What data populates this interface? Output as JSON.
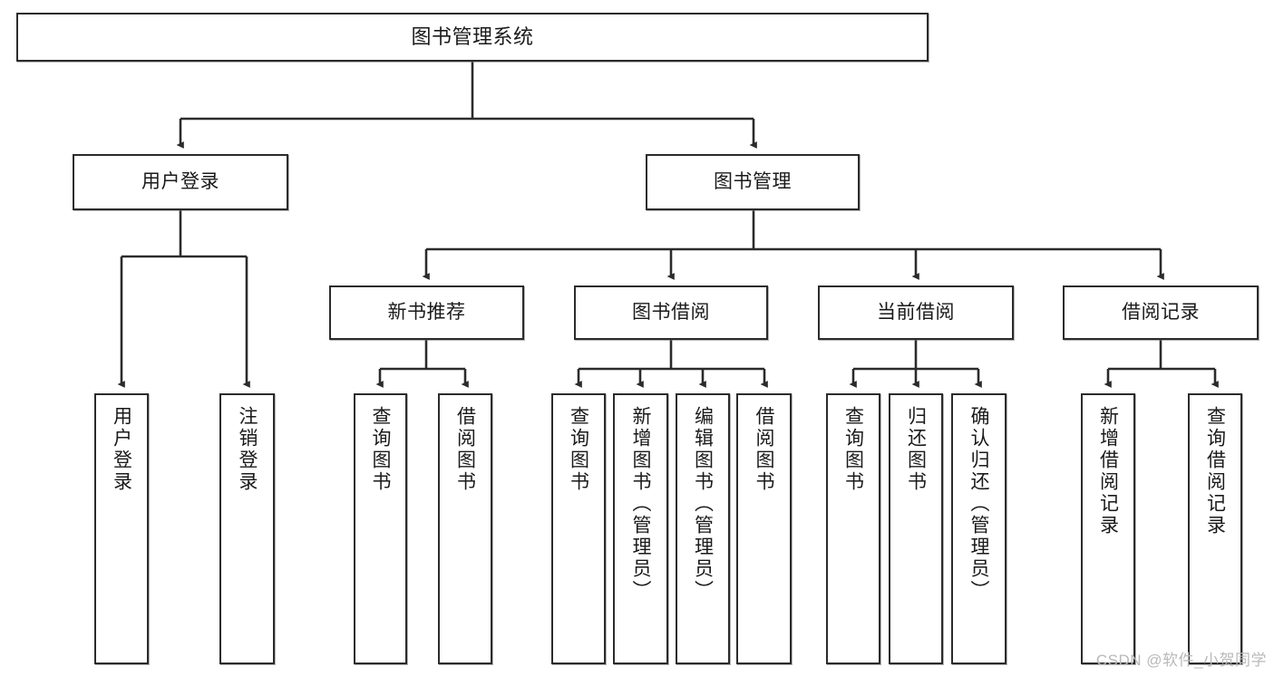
{
  "diagram": {
    "type": "tree-hierarchy",
    "title": "图书管理系统",
    "watermark": "CSDN @软件_小贺同学",
    "colors": {
      "border": "#2b2b2b",
      "background": "#ffffff",
      "connector": "#2b2b2b",
      "watermark": "#b9b9b9"
    },
    "levels": {
      "root": {
        "label": "图书管理系统"
      },
      "level2": [
        {
          "label": "用户登录"
        },
        {
          "label": "图书管理"
        }
      ],
      "level3": [
        {
          "label": "新书推荐"
        },
        {
          "label": "图书借阅"
        },
        {
          "label": "当前借阅"
        },
        {
          "label": "借阅记录"
        }
      ],
      "leaves": {
        "user_login": [
          {
            "label": "用户登录"
          },
          {
            "label": "注销登录"
          }
        ],
        "new_book_recommend": [
          {
            "label": "查询图书"
          },
          {
            "label": "借阅图书"
          }
        ],
        "book_borrow": [
          {
            "label": "查询图书"
          },
          {
            "label": "新增图书（管理员）"
          },
          {
            "label": "编辑图书（管理员）"
          },
          {
            "label": "借阅图书"
          }
        ],
        "current_borrow": [
          {
            "label": "查询图书"
          },
          {
            "label": "归还图书"
          },
          {
            "label": "确认归还（管理员）"
          }
        ],
        "borrow_record": [
          {
            "label": "新增借阅记录"
          },
          {
            "label": "查询借阅记录"
          }
        ]
      }
    }
  }
}
